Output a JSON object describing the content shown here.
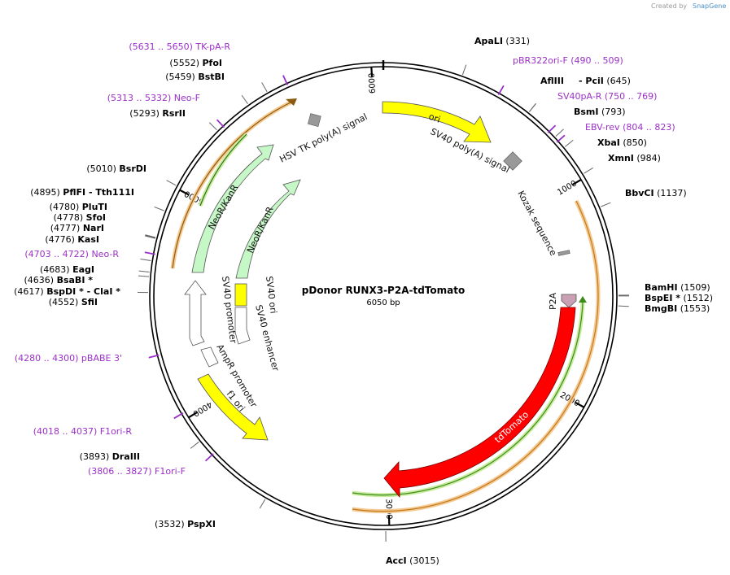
{
  "brand": {
    "created_by": "Created by",
    "product": "SnapGene"
  },
  "plasmid": {
    "name": "pDonor RUNX3-P2A-tdTomato",
    "length_label": "6050 bp",
    "length": 6050
  },
  "ticks": [
    {
      "pos": 1000,
      "label": "1000"
    },
    {
      "pos": 2000,
      "label": "2000"
    },
    {
      "pos": 3000,
      "label": "3000"
    },
    {
      "pos": 4000,
      "label": "4000"
    },
    {
      "pos": 5000,
      "label": "5000"
    },
    {
      "pos": 6000,
      "label": "6000"
    }
  ],
  "sites": [
    {
      "name": "ApaLI",
      "coord": "(331)",
      "pos": 331,
      "side": "right"
    },
    {
      "name": "AflIII",
      "coord": "",
      "pos": 645,
      "side": "right"
    },
    {
      "name": "- PciI",
      "coord": "(645)",
      "pos": 645,
      "side": "right"
    },
    {
      "name": "BsmI",
      "coord": "(793)",
      "pos": 793,
      "side": "right"
    },
    {
      "name": "XbaI",
      "coord": "(850)",
      "pos": 850,
      "side": "right"
    },
    {
      "name": "XmnI",
      "coord": "(984)",
      "pos": 984,
      "side": "right"
    },
    {
      "name": "BbvCI",
      "coord": "(1137)",
      "pos": 1137,
      "side": "right"
    },
    {
      "name": "BamHI",
      "coord": "(1509)",
      "pos": 1509,
      "side": "right"
    },
    {
      "name": "BspEI *",
      "coord": "(1512)",
      "pos": 1512,
      "side": "right"
    },
    {
      "name": "BmgBI",
      "coord": "(1553)",
      "pos": 1553,
      "side": "right"
    },
    {
      "name": "AccI",
      "coord": "(3015)",
      "pos": 3015,
      "side": "right"
    },
    {
      "name": "PspXI",
      "coord": "(3532)",
      "pos": 3532,
      "side": "left"
    },
    {
      "name": "DraIII",
      "coord": "(3893)",
      "pos": 3893,
      "side": "left"
    },
    {
      "name": "SfiI",
      "coord": "(4552)",
      "pos": 4552,
      "side": "left"
    },
    {
      "name": "BspDI * - ClaI *",
      "coord": "(4617)",
      "pos": 4617,
      "side": "left"
    },
    {
      "name": "BsaBI *",
      "coord": "(4636)",
      "pos": 4636,
      "side": "left"
    },
    {
      "name": "EagI",
      "coord": "(4683)",
      "pos": 4683,
      "side": "left"
    },
    {
      "name": "KasI",
      "coord": "(4776)",
      "pos": 4776,
      "side": "left"
    },
    {
      "name": "NarI",
      "coord": "(4777)",
      "pos": 4777,
      "side": "left"
    },
    {
      "name": "SfoI",
      "coord": "(4778)",
      "pos": 4778,
      "side": "left"
    },
    {
      "name": "PluTI",
      "coord": "(4780)",
      "pos": 4780,
      "side": "left"
    },
    {
      "name": "PflFI - Tth111I",
      "coord": "(4895)",
      "pos": 4895,
      "side": "left"
    },
    {
      "name": "BsrDI",
      "coord": "(5010)",
      "pos": 5010,
      "side": "left"
    },
    {
      "name": "RsrII",
      "coord": "(5293)",
      "pos": 5293,
      "side": "left"
    },
    {
      "name": "BstBI",
      "coord": "(5459)",
      "pos": 5459,
      "side": "left"
    },
    {
      "name": "PfoI",
      "coord": "(5552)",
      "pos": 5552,
      "side": "left"
    }
  ],
  "primers": [
    {
      "name": "pBR322ori-F",
      "range": "(490 .. 509)",
      "pos": 500,
      "side": "right"
    },
    {
      "name": "SV40pA-R",
      "range": "(750 .. 769)",
      "pos": 760,
      "side": "right"
    },
    {
      "name": "EBV-rev",
      "range": "(804 .. 823)",
      "pos": 814,
      "side": "right"
    },
    {
      "name": "pBABE 3'",
      "range": "(4280 .. 4300)",
      "pos": 4290,
      "side": "left"
    },
    {
      "name": "F1ori-R",
      "range": "(4018 .. 4037)",
      "pos": 4028,
      "side": "left"
    },
    {
      "name": "F1ori-F",
      "range": "(3806 .. 3827)",
      "pos": 3817,
      "side": "left"
    },
    {
      "name": "Neo-R",
      "range": "(4703 .. 4722)",
      "pos": 4712,
      "side": "left"
    },
    {
      "name": "Neo-F",
      "range": "(5313 .. 5332)",
      "pos": 5322,
      "side": "left"
    },
    {
      "name": "TK-pA-R",
      "range": "(5631 .. 5650)",
      "pos": 5640,
      "side": "left"
    }
  ],
  "features": [
    {
      "label": "ori",
      "color": "#ffff00"
    },
    {
      "label": "SV40 poly(A) signal",
      "color": "#999999"
    },
    {
      "label": "Kozak sequence",
      "color": "#999999"
    },
    {
      "label": "P2A",
      "color": "#c9a0b4"
    },
    {
      "label": "tdTomato",
      "color": "#ff0000"
    },
    {
      "label": "f1 ori",
      "color": "#ffff00"
    },
    {
      "label": "AmpR promoter",
      "color": "#ffffff"
    },
    {
      "label": "SV40 promoter",
      "color": "#ffffff"
    },
    {
      "label": "SV40 ori",
      "color": "#ffff00"
    },
    {
      "label": "SV40 enhancer",
      "color": "#ffffff"
    },
    {
      "label": "NeoR/KanR",
      "color": "#c6f7c6"
    },
    {
      "label": "NeoR/KanR",
      "color": "#c6f7c6"
    },
    {
      "label": "HSV TK poly(A) signal",
      "color": "#999999"
    }
  ],
  "colors": {
    "primer": "#9b30c8",
    "orf_orange": "#f2b36b",
    "orf_green": "#9ed66b",
    "backbone": "#000000"
  }
}
